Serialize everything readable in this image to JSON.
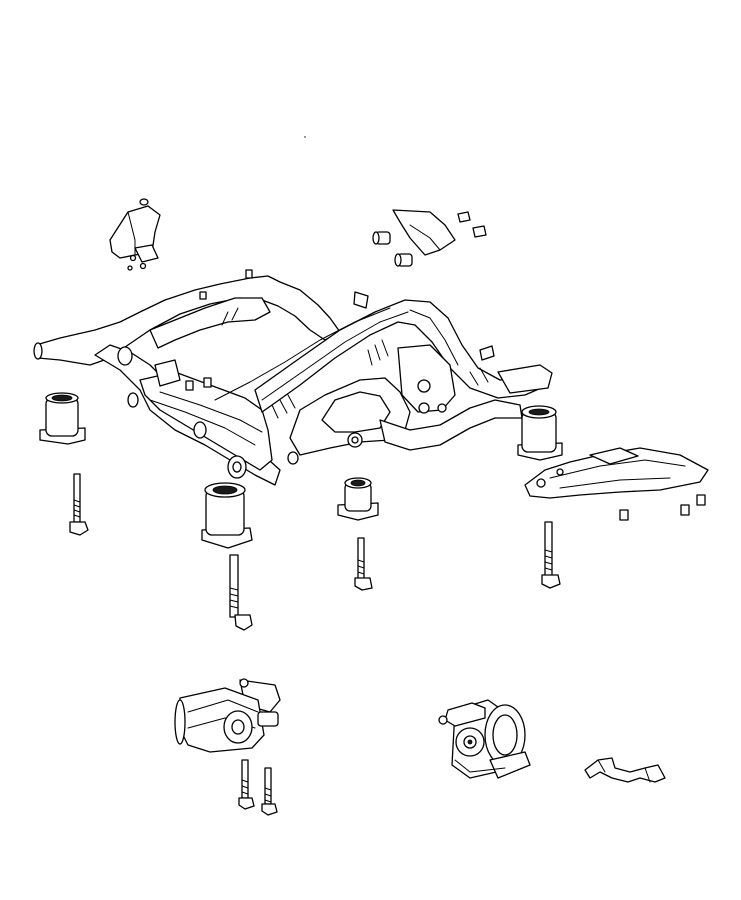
{
  "diagram": {
    "line_color": "#000000",
    "background": "#ffffff",
    "parts": [
      "front-crossmember-frame",
      "support-bracket-upper-left",
      "bracket-with-nuts-upper",
      "bushing-left-front",
      "bushing-center-left",
      "bushing-center",
      "bushing-right",
      "skid-plate-right",
      "bolt-long-1",
      "bolt-long-2",
      "bolt-long-3",
      "bolt-long-4",
      "engine-mount-left",
      "engine-mount-right",
      "wire-clip"
    ]
  }
}
